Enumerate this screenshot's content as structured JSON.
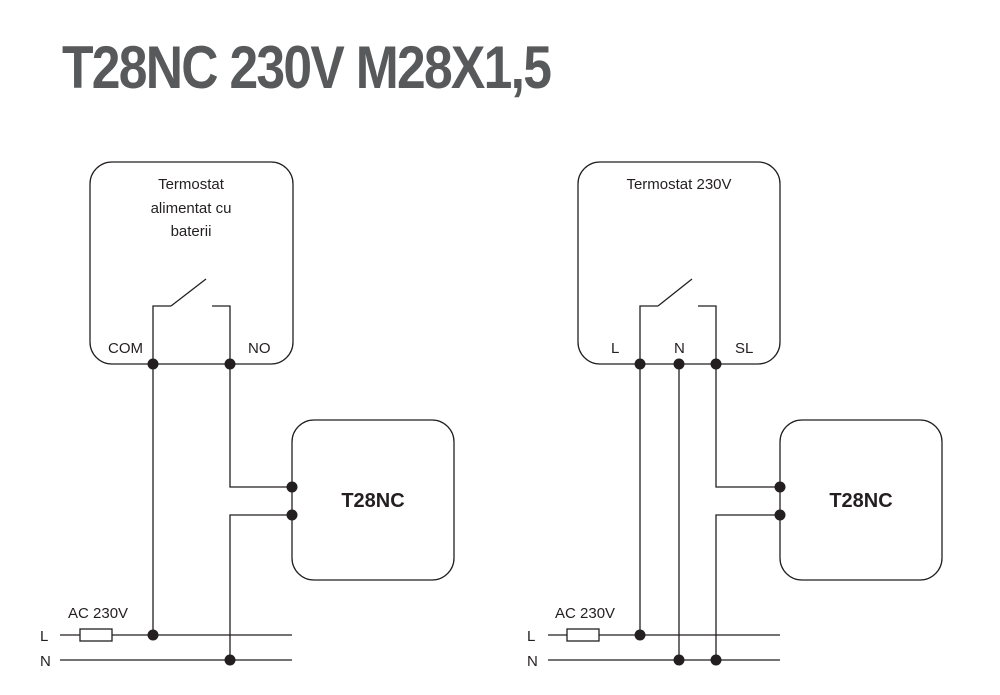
{
  "title": "T28NC 230V M28X1,5",
  "left": {
    "thermostat_lines": [
      "Termostat",
      "alimentat cu",
      "baterii"
    ],
    "terminal_com": "COM",
    "terminal_no": "NO",
    "device": "T28NC",
    "supply": "AC 230V",
    "line_l": "L",
    "line_n": "N"
  },
  "right": {
    "thermostat_label": "Termostat 230V",
    "terminal_l": "L",
    "terminal_n": "N",
    "terminal_sl": "SL",
    "device": "T28NC",
    "supply": "AC 230V",
    "line_l": "L",
    "line_n": "N"
  },
  "colors": {
    "title": "#58595b",
    "lines": "#231f20"
  }
}
